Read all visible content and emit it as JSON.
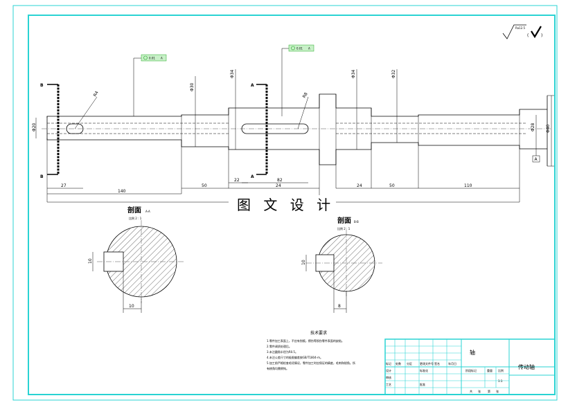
{
  "surface_finish": {
    "roughness": "Ra12.5"
  },
  "tolerances": [
    {
      "value": "0.01",
      "datum": "A"
    },
    {
      "value": "0.01",
      "datum": "A"
    }
  ],
  "section_markers": {
    "left": "B",
    "middle": "A"
  },
  "keyway_labels": [
    "R4",
    "R8"
  ],
  "diameters": [
    "Φ20",
    "Φ30",
    "Φ34",
    "Φ34",
    "Φ32",
    "Φ28",
    "Φ40"
  ],
  "bottom_dims": [
    "27",
    "140",
    "50",
    "22",
    "82",
    "24",
    "24",
    "50",
    "110"
  ],
  "datum_label": "A",
  "watermark": "图 文 设 计",
  "section_a": {
    "title": "剖面",
    "suffix": "A-A",
    "scale": "比例 2 : 1",
    "dim_width": "10",
    "dim_depth": "10"
  },
  "section_b": {
    "title": "剖面",
    "suffix": "B-B",
    "scale": "比例 2 : 1",
    "dim_width": "10",
    "dim_depth": "8"
  },
  "notes": {
    "title": "技术要求",
    "lines": [
      "1.零件加工表面上，不应有划痕，擦伤等损伤零件表面的缺陷。",
      "2.零件调质处理后。",
      "3.未注圆角半径为R0.5。",
      "4.未注公差尺寸的极限偏差按GB/T1804-m。",
      "5.加工前严格检查毛坯情况，零件加工时应保证的精度，毛刺和锐角。所",
      "  有棱角均需倒钝。"
    ]
  },
  "title_block": {
    "part_name": "轴",
    "drawing_name": "传动轴",
    "cells_row1": [
      "标记",
      "处数",
      "分区",
      "更改文件号",
      "签名",
      "年月日"
    ],
    "cells_row2": [
      "设计",
      "",
      "标准化",
      ""
    ],
    "cells_row3": [
      "审核",
      "",
      "",
      ""
    ],
    "cells_row4": [
      "工艺",
      "",
      "批准",
      ""
    ],
    "stage_labels": [
      "阶段标记",
      "重量",
      "比例"
    ],
    "sheet_labels": [
      "共",
      "张",
      "第",
      "张"
    ],
    "scale_value": "1:1"
  }
}
